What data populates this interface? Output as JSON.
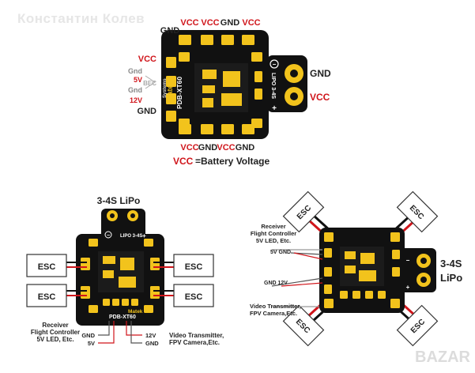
{
  "watermark": "Константин Колев",
  "site_logo": "BAZAR",
  "colors": {
    "red": "#d0151b",
    "board": "#111111",
    "pad": "#f2c31c",
    "label": "#222222",
    "grey": "#888888"
  },
  "top": {
    "top_labels": [
      "VCC",
      "VCC",
      "GND",
      "VCC"
    ],
    "top_gnd_label": "GND",
    "bottom_labels": [
      "VCC",
      "GND",
      "VCC",
      "GND"
    ],
    "left_vcc": "VCC",
    "left_gnd": "Gnd",
    "left_5v": "5V",
    "left_bec": "BEC",
    "left_gnd2": "Gnd",
    "left_12v": "12V",
    "left_gnd_bottom": "GND",
    "right_gnd": "GND",
    "right_vcc": "VCC",
    "board_brand": "Matek",
    "board_model": "PDB-XT60",
    "board_systems": "Systems",
    "lipo": "LIPO 3-4S",
    "minus": "−",
    "plus": "+",
    "legend_vcc": "VCC",
    "legend_rest": "=Battery Voltage"
  },
  "left": {
    "lipo_title": "3-4S LiPo",
    "esc_labels": [
      "ESC",
      "ESC",
      "ESC",
      "ESC"
    ],
    "receiver_line1": "Receiver",
    "receiver_line2": "Flight Controller",
    "receiver_line3": "5V LED, Etc.",
    "gnd_label": "GND",
    "v5_label": "5V",
    "v12_label": "12V",
    "gnd2_label": "GND",
    "video_line1": "Video Transmitter,",
    "video_line2": "FPV Camera,Etc.",
    "board_model": "PDB-XT60",
    "board_brand": "Matek",
    "lipo_small": "LIPO 3-4S",
    "minus": "−",
    "plus": "+"
  },
  "right": {
    "esc_labels": [
      "ESC",
      "ESC",
      "ESC",
      "ESC"
    ],
    "receiver_line1": "Receiver",
    "receiver_line2": "Flight Controller",
    "receiver_line3": "5V LED, Etc.",
    "v5gnd_label": "5V GND",
    "gnd12_label": "GND 12V",
    "video_line1": "Video Transmitter,",
    "video_line2": "FPV Camera,Etc.",
    "lipo_line1": "3-4S",
    "lipo_line2": "LiPo",
    "plus": "+",
    "minus": "−"
  }
}
